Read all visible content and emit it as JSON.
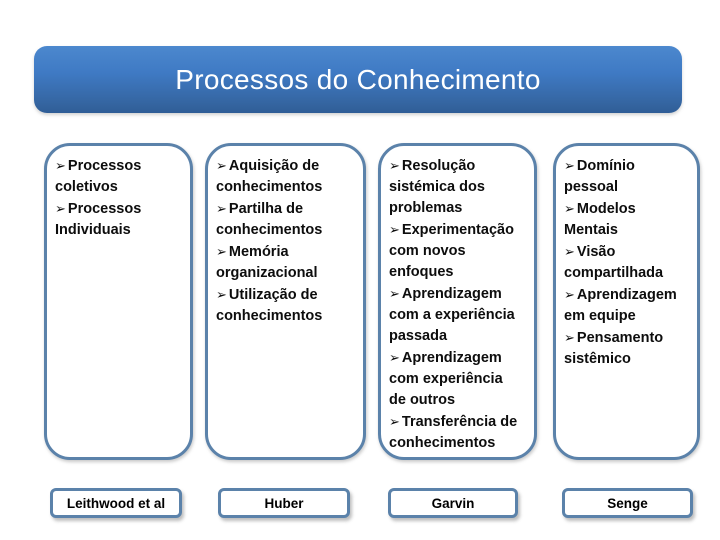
{
  "title": {
    "text": "Processos do Conhecimento"
  },
  "bullet_glyph": "➢",
  "colors": {
    "banner_top": "#4c88ce",
    "banner_bottom": "#2f5d96",
    "banner_text": "#ffffff",
    "box_border": "#5b82aa",
    "box_fill": "#ffffff",
    "body_text": "#0d0d0d"
  },
  "columns": [
    {
      "author": "Leithwood et al",
      "items": [
        {
          "text": "Processos coletivos",
          "lines": [
            "Processos",
            "coletivos"
          ]
        },
        {
          "text": "Processos Individuais",
          "lines": [
            "Processos",
            "Individuais"
          ]
        }
      ]
    },
    {
      "author": "Huber",
      "items": [
        {
          "text": "Aquisição de conhecimentos",
          "lines": [
            "Aquisição de",
            "conhecimentos"
          ]
        },
        {
          "text": "Partilha de conhecimentos",
          "lines": [
            "Partilha de",
            "conhecimentos"
          ]
        },
        {
          "text": "Memória organizacional",
          "lines": [
            "Memória",
            "organizacional"
          ]
        },
        {
          "text": "Utilização de conhecimentos",
          "lines": [
            "Utilização de",
            "conhecimentos"
          ]
        }
      ]
    },
    {
      "author": "Garvin",
      "items": [
        {
          "text": "Resolução sistémica dos problemas",
          "lines": [
            "Resolução",
            "sistémica dos",
            "problemas"
          ]
        },
        {
          "text": "Experimentação com novos enfoques",
          "lines": [
            "Experimentação",
            "com novos",
            "enfoques"
          ]
        },
        {
          "text": "Aprendizagem com a experiência passada",
          "lines": [
            "Aprendizagem",
            "com a experiência",
            "passada"
          ]
        },
        {
          "text": "Aprendizagem com experiência de outros",
          "lines": [
            "Aprendizagem",
            "com experiência",
            "de outros"
          ]
        },
        {
          "text": "Transferência de conhecimentos",
          "lines": [
            "Transferência de",
            "conhecimentos"
          ]
        }
      ]
    },
    {
      "author": "Senge",
      "items": [
        {
          "text": "Domínio pessoal",
          "lines": [
            "Domínio",
            "pessoal"
          ]
        },
        {
          "text": "Modelos Mentais",
          "lines": [
            "Modelos",
            "Mentais"
          ]
        },
        {
          "text": "Visão compartilhada",
          "lines": [
            "Visão",
            "compartilhada"
          ]
        },
        {
          "text": "Aprendizagem em equipe",
          "lines": [
            "Aprendizagem",
            "em equipe"
          ]
        },
        {
          "text": "Pensamento sistêmico",
          "lines": [
            "Pensamento",
            "sistêmico"
          ]
        }
      ]
    }
  ]
}
